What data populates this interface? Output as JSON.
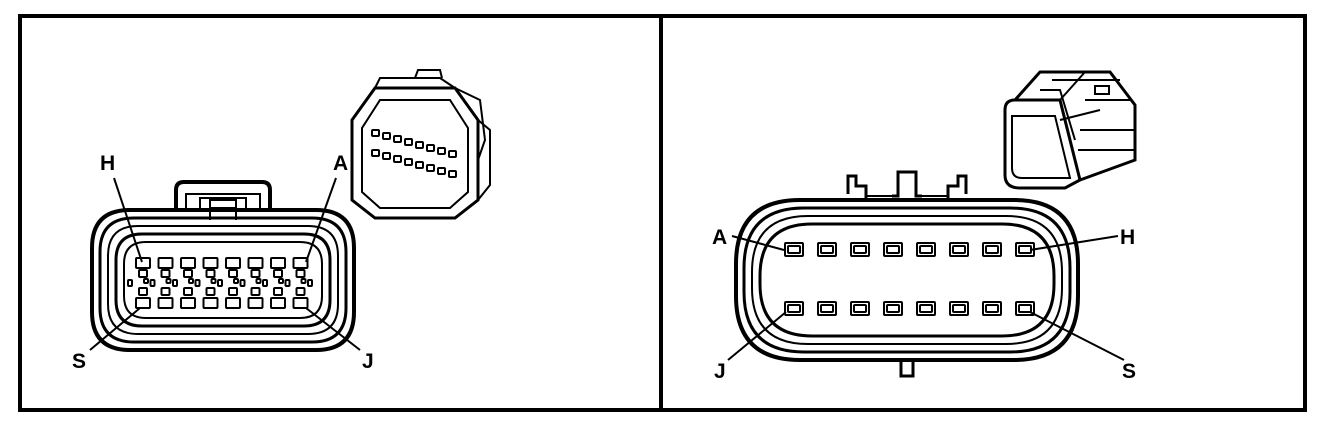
{
  "left_panel": {
    "labels": {
      "top_left": "H",
      "top_right": "A",
      "bottom_left": "S",
      "bottom_right": "J"
    }
  },
  "right_panel": {
    "labels": {
      "top_left": "A",
      "top_right": "H",
      "bottom_left": "J",
      "bottom_right": "S"
    }
  },
  "colors": {
    "line": "#000000",
    "background": "#ffffff"
  }
}
